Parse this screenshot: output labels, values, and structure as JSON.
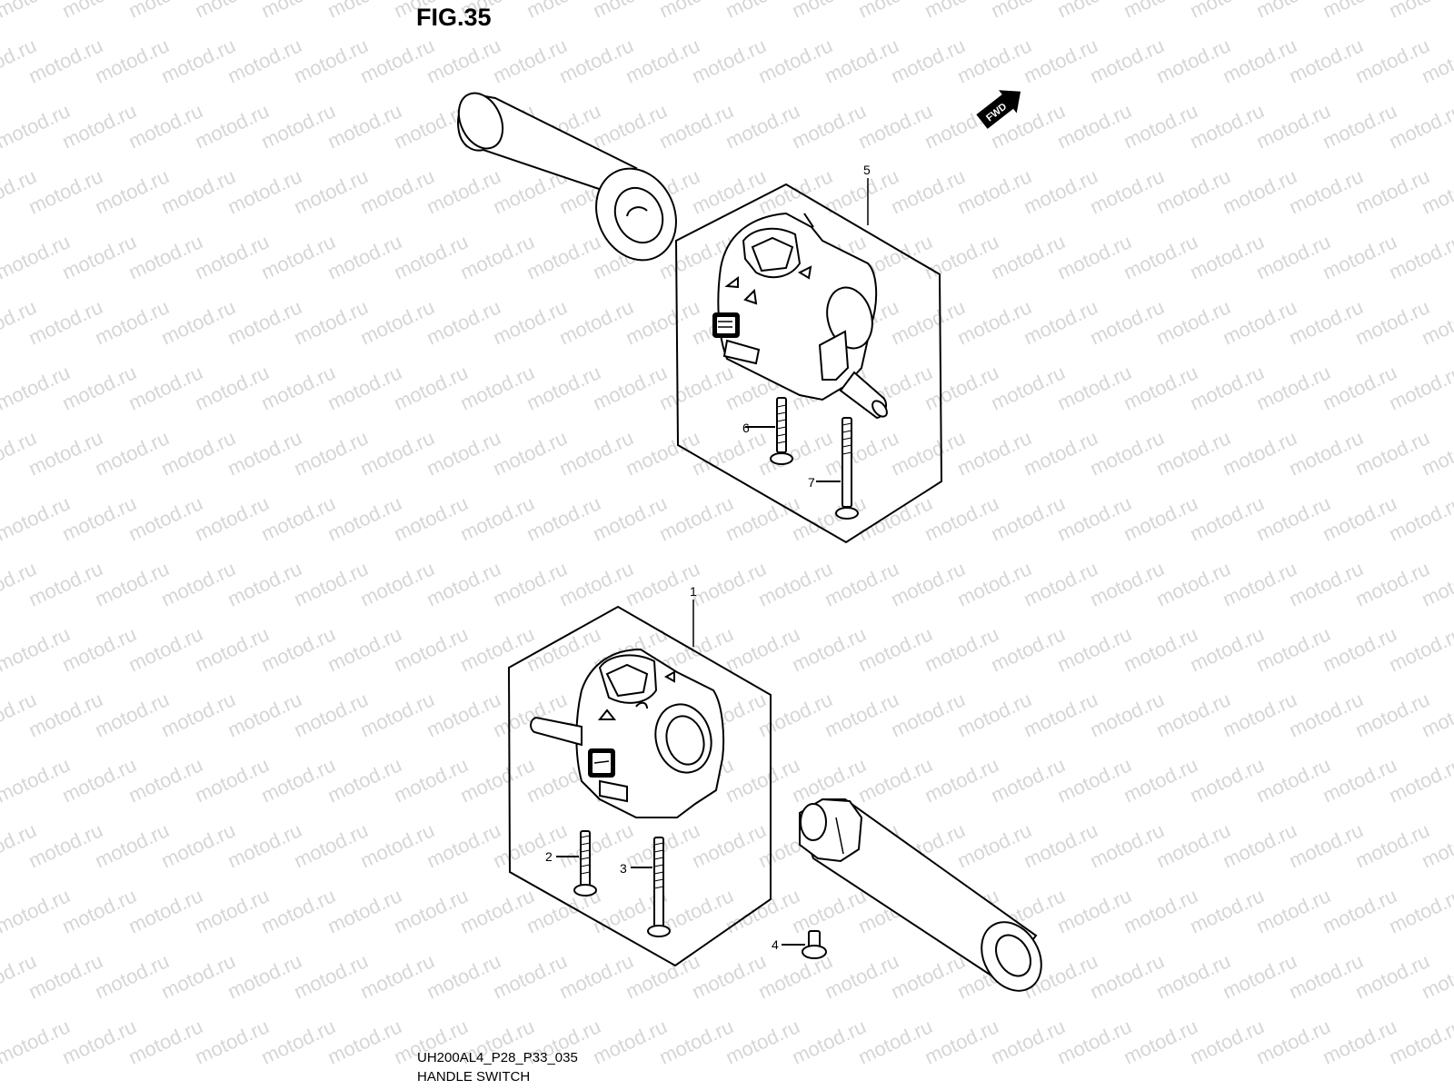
{
  "figure": {
    "title": "FIG.35",
    "code": "UH200AL4_P28_P33_035",
    "caption": "HANDLE SWITCH"
  },
  "direction_marker": {
    "label": "FWD",
    "icon": "fwd-arrow-icon"
  },
  "watermark": {
    "text": "motod.ru",
    "color": "#d6d6d6"
  },
  "callouts": {
    "c1": "1",
    "c2": "2",
    "c3": "3",
    "c4": "4",
    "c5": "5",
    "c6": "6",
    "c7": "7"
  }
}
